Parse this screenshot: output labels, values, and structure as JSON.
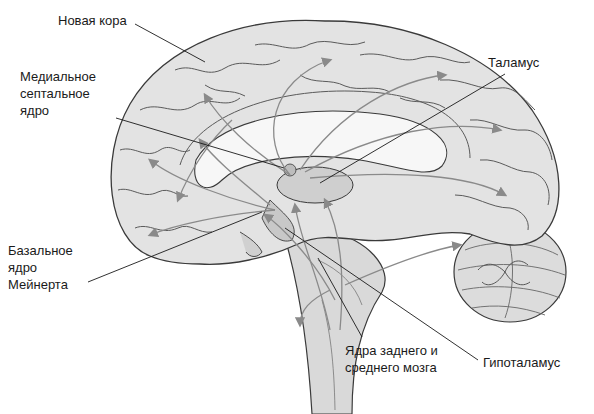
{
  "diagram": {
    "labels": [
      "Новая кора",
      "Медиальное септальное ядро",
      "Таламус",
      "Базальное ядро Мейнерта",
      "Ядра заднего и среднего мозга",
      "Гипоталамус"
    ]
  }
}
